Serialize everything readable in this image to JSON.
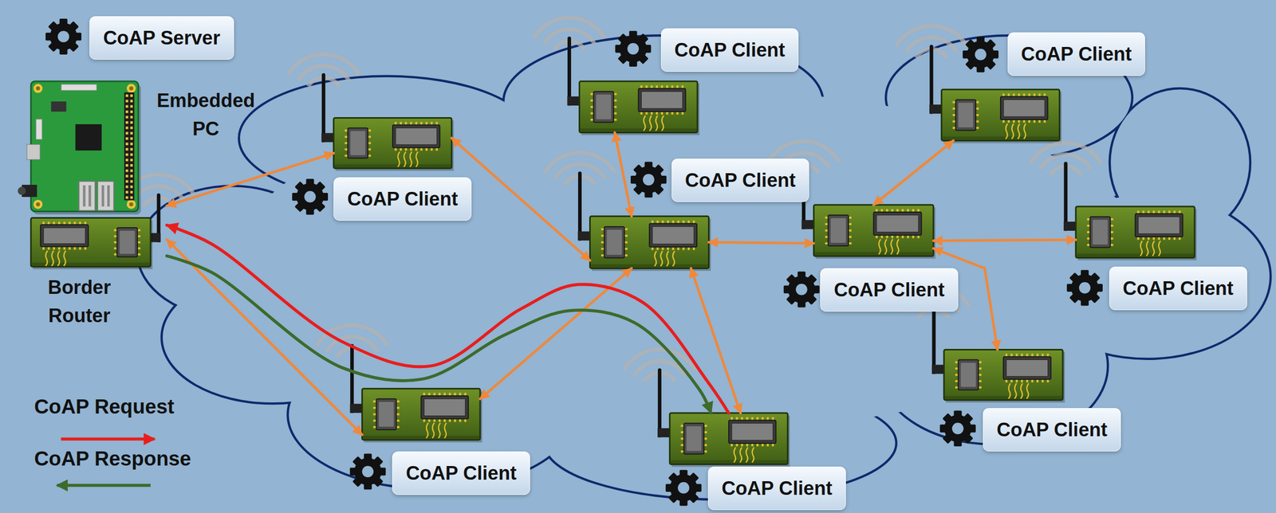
{
  "diagram": {
    "nodes": [
      {
        "text": [
          "CoAP Server",
          "Embedded PC"
        ]
      },
      {
        "text": [
          "Border Router"
        ]
      },
      {
        "text": [
          "CoAP Client"
        ]
      },
      {
        "text": [
          "CoAP Client"
        ]
      },
      {
        "text": [
          "CoAP Client"
        ]
      },
      {
        "text": [
          "CoAP Client"
        ]
      },
      {
        "text": [
          "CoAP Client"
        ]
      },
      {
        "text": [
          "CoAP Client"
        ]
      },
      {
        "text": [
          "CoAP Client"
        ]
      },
      {
        "text": [
          "CoAP Client"
        ]
      },
      {
        "text": [
          "CoAP Client"
        ]
      }
    ],
    "edges": [
      {
        "from": 1,
        "to": 2,
        "arrow": "both"
      },
      {
        "from": 1,
        "to": 5,
        "arrow": "both"
      },
      {
        "from": 2,
        "to": 4,
        "arrow": "both"
      },
      {
        "from": 3,
        "to": 4,
        "arrow": "both"
      },
      {
        "from": 4,
        "to": 5,
        "arrow": "both"
      },
      {
        "from": 4,
        "to": 6,
        "arrow": "both"
      },
      {
        "from": 4,
        "to": 7,
        "arrow": "both"
      },
      {
        "from": 7,
        "to": 8,
        "arrow": "both"
      },
      {
        "from": 7,
        "to": 9,
        "arrow": "both"
      },
      {
        "from": 7,
        "to": 10,
        "arrow": "both"
      },
      {
        "from": 6,
        "to": 1,
        "arrow": "to"
      },
      {
        "from": 1,
        "to": 6,
        "arrow": "to"
      }
    ],
    "legend": [
      {
        "text": "CoAP Request"
      },
      {
        "text": "CoAP Response"
      }
    ]
  }
}
